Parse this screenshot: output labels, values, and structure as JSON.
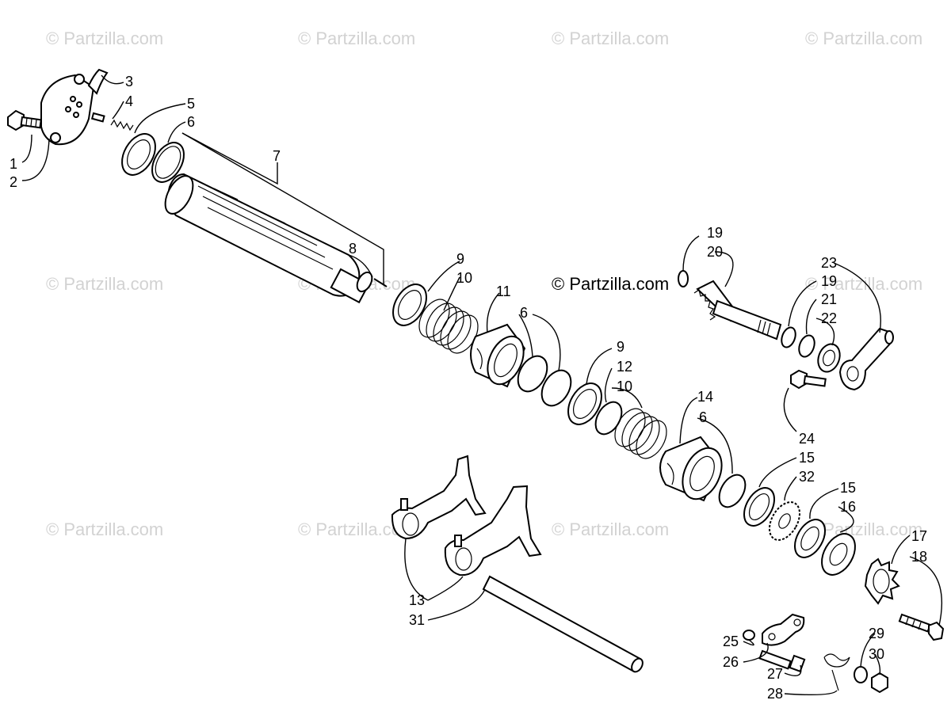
{
  "watermark": "© Partzilla.com",
  "callouts": [
    "1",
    "2",
    "3",
    "4",
    "5",
    "6",
    "7",
    "8",
    "9",
    "10",
    "11",
    "6",
    "9",
    "12",
    "10",
    "14",
    "6",
    "19",
    "20",
    "23",
    "19",
    "21",
    "22",
    "24",
    "15",
    "32",
    "15",
    "16",
    "17",
    "18",
    "13",
    "31",
    "25",
    "26",
    "27",
    "28",
    "29",
    "30"
  ]
}
